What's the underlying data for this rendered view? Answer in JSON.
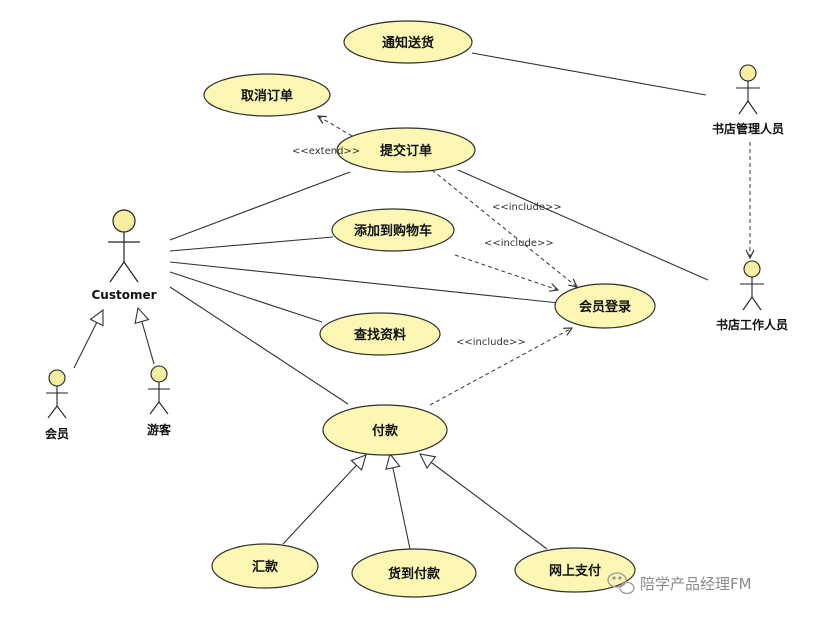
{
  "diagram": {
    "colors": {
      "usecase_fill": "#fcf8b4",
      "usecase_stroke": "#2f2f2f",
      "actor_head_fill": "#f7efa0",
      "line": "#333333",
      "watermark": "#8a8a8a"
    },
    "use_cases": {
      "notify": "通知送货",
      "cancel": "取消订单",
      "submit": "提交订单",
      "cart": "添加到购物车",
      "login": "会员登录",
      "search": "查找资料",
      "pay": "付款",
      "remit": "汇款",
      "cod": "货到付款",
      "online": "网上支付"
    },
    "actors": {
      "customer": "Customer",
      "member": "会员",
      "visitor": "游客",
      "manager": "书店管理人员",
      "worker": "书店工作人员"
    },
    "stereotypes": {
      "extend": "<<extend>>",
      "include_submit": "<<include>>",
      "include_cart": "<<include>>",
      "include_pay": "<<include>>"
    },
    "watermark": {
      "icon": "wechat-icon",
      "text": "陪学产品经理FM"
    }
  }
}
